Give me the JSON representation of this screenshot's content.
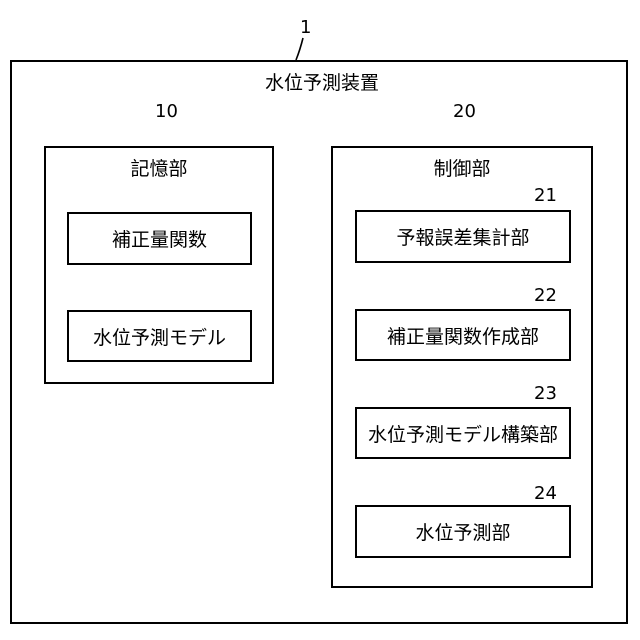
{
  "device": {
    "ref": "1",
    "title": "水位予測装置"
  },
  "storage": {
    "ref": "10",
    "title": "記憶部",
    "items": [
      "補正量関数",
      "水位予測モデル"
    ]
  },
  "control": {
    "ref": "20",
    "title": "制御部",
    "items": [
      {
        "ref": "21",
        "label": "予報誤差集計部"
      },
      {
        "ref": "22",
        "label": "補正量関数作成部"
      },
      {
        "ref": "23",
        "label": "水位予測モデル構築部"
      },
      {
        "ref": "24",
        "label": "水位予測部"
      }
    ]
  }
}
